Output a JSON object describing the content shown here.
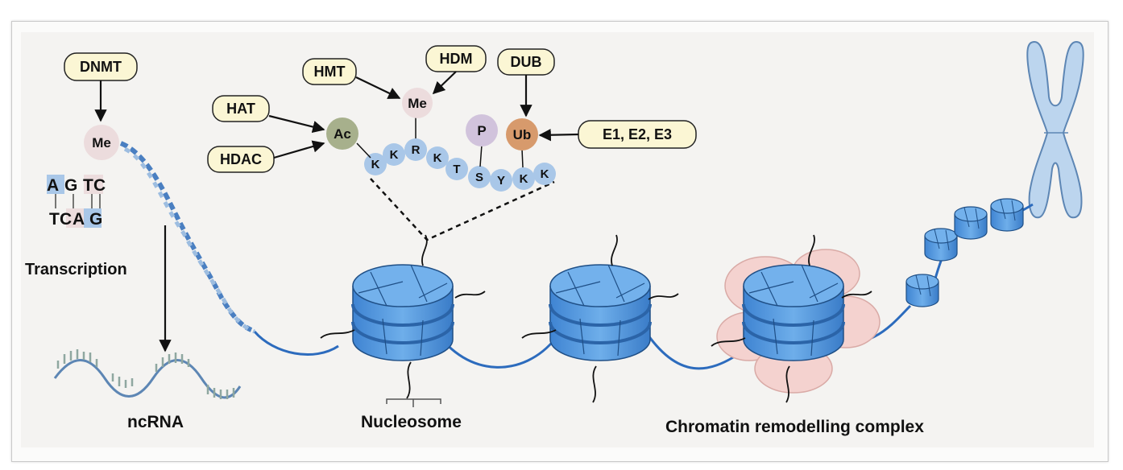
{
  "enzymes": {
    "dnmt": "DNMT",
    "hmt": "HMT",
    "hdm": "HDM",
    "dub": "DUB",
    "hat": "HAT",
    "hdac": "HDAC",
    "e123": "E1, E2, E3"
  },
  "marks": {
    "me_dna": "Me",
    "me_histone": "Me",
    "ac": "Ac",
    "p": "P",
    "ub": "Ub"
  },
  "dna": {
    "top": [
      "A",
      "G",
      "T",
      "C"
    ],
    "bottom": [
      "T",
      "C",
      "A",
      "G"
    ]
  },
  "histone_tail": [
    "K",
    "K",
    "R",
    "K",
    "T",
    "S",
    "Y",
    "K",
    "K"
  ],
  "labels": {
    "transcription": "Transcription",
    "ncrna": "ncRNA",
    "nucleosome": "Nucleosome",
    "remodelling": "Chromatin remodelling complex"
  },
  "colors": {
    "enzyme_fill": "#fbf6d4",
    "me": "#ecdcdd",
    "ac": "#a7b08c",
    "p": "#d1c3dc",
    "ub": "#d79a6c",
    "residue": "#a9c7e8",
    "nucleosome": "#4f93dc",
    "chromosome": "#bcd5ee",
    "remodel": "#f4d2cf"
  }
}
